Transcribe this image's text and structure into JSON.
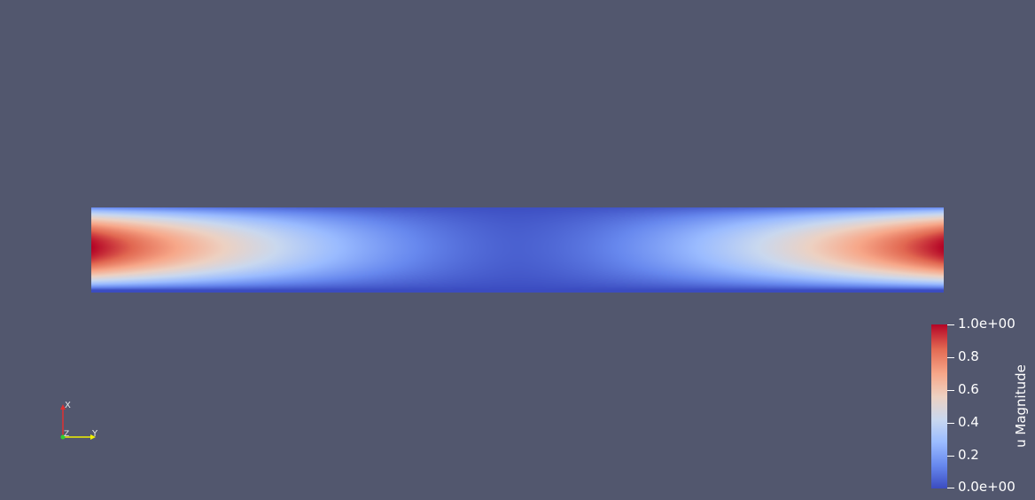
{
  "colorbar": {
    "title": "u Magnitude",
    "ticks": [
      {
        "label": "1.0e+00",
        "value": 1.0
      },
      {
        "label": "0.8",
        "value": 0.8
      },
      {
        "label": "0.6",
        "value": 0.6
      },
      {
        "label": "0.4",
        "value": 0.4
      },
      {
        "label": "0.2",
        "value": 0.2
      },
      {
        "label": "0.0e+00",
        "value": 0.0
      }
    ],
    "colormap": [
      "#3b4cc0",
      "#6788ee",
      "#9abbff",
      "#c9d8ef",
      "#edd1c2",
      "#f7a789",
      "#e26952",
      "#b40426"
    ]
  },
  "axes": {
    "x_label": "X",
    "y_label": "Y",
    "z_label": "Z",
    "x_color": "#e03030",
    "y_color": "#f0f000",
    "z_color": "#30d030"
  },
  "colors": {
    "background": "#52576e"
  },
  "field": {
    "quantity": "u Magnitude",
    "min": 0.0,
    "max": 1.0
  }
}
